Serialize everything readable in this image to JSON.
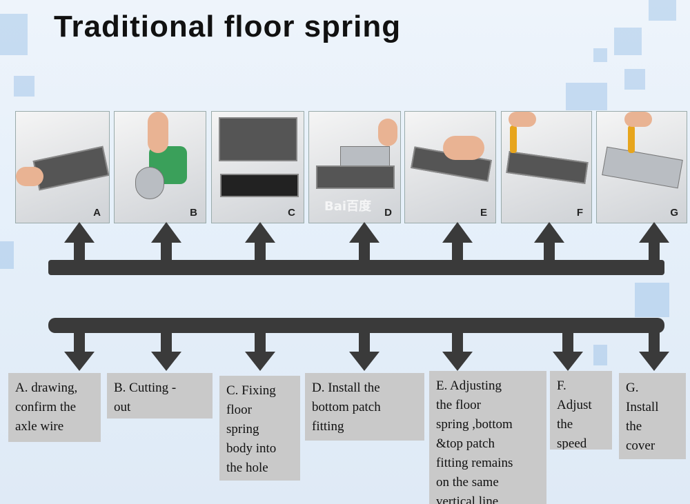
{
  "title": "Traditional floor spring",
  "photos": [
    {
      "letter": "A"
    },
    {
      "letter": "B"
    },
    {
      "letter": "C"
    },
    {
      "letter": "D",
      "watermark": "Bai百度"
    },
    {
      "letter": "E"
    },
    {
      "letter": "F"
    },
    {
      "letter": "G"
    }
  ],
  "steps": [
    {
      "text": "A. drawing,\nconfirm the\naxle wire"
    },
    {
      "text": "B. Cutting -\nout"
    },
    {
      "text": "C. Fixing\nfloor\nspring\nbody into\nthe hole"
    },
    {
      "text": "D. Install the\nbottom patch\nfitting"
    },
    {
      "text": "E. Adjusting\nthe floor\nspring ,bottom\n&top patch\nfitting remains\non the same\nvertical line"
    },
    {
      "text": "F.\nAdjust\nthe\nspeed"
    },
    {
      "text": "G.\nInstall\nthe\ncover"
    }
  ],
  "colors": {
    "arrow": "#3a3a3a",
    "label_bg": "#c9c9c9"
  }
}
